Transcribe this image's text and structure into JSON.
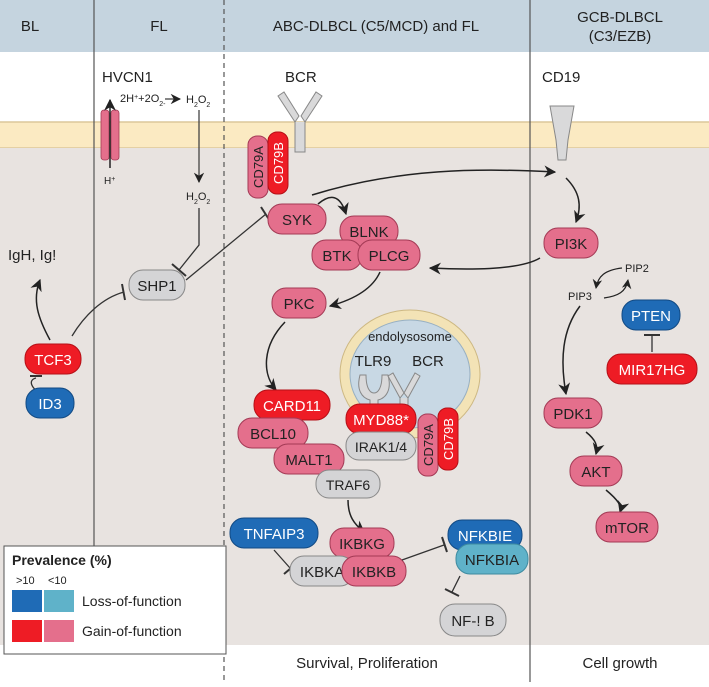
{
  "colors": {
    "header": "#c5d4df",
    "membrane": "#fbeac2",
    "membrane_edge": "#dcc79a",
    "cytoplasm": "#e8e3e0",
    "lof_high": "#1f6bb6",
    "lof_low": "#5fb2c9",
    "gof_high": "#ee1c25",
    "gof_low": "#e46f8c",
    "grey_node": "#d4d4d6",
    "endosome_fill": "#c8d8e4",
    "endosome_ring": "#f3e3b6"
  },
  "columns": {
    "bl": "BL",
    "fl": "FL",
    "abc": "ABC-DLBCL (C5/MCD) and FL",
    "gcb_line1": "GCB-DLBCL",
    "gcb_line2": "(C3/EZB)"
  },
  "receptors": {
    "hvcn1": "HVCN1",
    "bcr": "BCR",
    "cd19": "CD19"
  },
  "ros": {
    "reaction_prefix": "2H",
    "reaction_plus": "+",
    "reaction_mid": "+2O",
    "reaction_sub": "2",
    "reaction_sup": "-",
    "h2o2_top_pre": "H",
    "h2o2_top_sub1": "2",
    "h2o2_top_mid": "O",
    "h2o2_top_sub2": "2",
    "h2o2_bot_pre": "H",
    "h2o2_bot_sub1": "2",
    "h2o2_bot_mid": "O",
    "h2o2_bot_sub2": "2",
    "hplus": "H",
    "hplus_sup": "+"
  },
  "outputs": {
    "igh": "IgH, Ig!",
    "survival": "Survival, Proliferation",
    "growth": "Cell growth"
  },
  "endolysosome": {
    "label": "endolysosome",
    "tlr9": "TLR9",
    "bcr": "BCR"
  },
  "pip": {
    "pip2": "PIP2",
    "pip3": "PIP3"
  },
  "genes": {
    "tcf3": "TCF3",
    "id3": "ID3",
    "shp1": "SHP1",
    "cd79a": "CD79A",
    "cd79b": "CD79B",
    "syk": "SYK",
    "blnk": "BLNK",
    "btk": "BTK",
    "plcg": "PLCG",
    "pkc": "PKC",
    "card11": "CARD11",
    "bcl10": "BCL10",
    "malt1": "MALT1",
    "myd88": "MYD88*",
    "irak": "IRAK1/4",
    "cd79a_2": "CD79A",
    "cd79b_2": "CD79B",
    "traf6": "TRAF6",
    "tnfaip3": "TNFAIP3",
    "ikbkg": "IKBKG",
    "ikbka": "IKBKA",
    "ikbkb": "IKBKB",
    "nfkbie": "NFKBIE",
    "nfkbia": "NFKBIA",
    "nfkb": "NF-! B",
    "pi3k": "PI3K",
    "pten": "PTEN",
    "mir17hg": "MIR17HG",
    "pdk1": "PDK1",
    "akt": "AKT",
    "mtor": "mTOR"
  },
  "legend": {
    "title": "Prevalence (%)",
    "high": ">10",
    "low": "<10",
    "lof": "Loss-of-function",
    "gof": "Gain-of-function"
  }
}
